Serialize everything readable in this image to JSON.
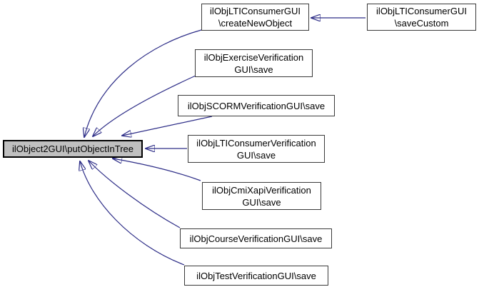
{
  "diagram": {
    "kind": "call-graph",
    "colors": {
      "background": "#ffffff",
      "edge": "#2d2d87",
      "arrowhead": "#191970",
      "node_fill": "#ffffff",
      "node_border": "#3a3a3a",
      "highlight_fill": "#c0c0c0",
      "highlight_border": "#000000",
      "text": "#000000"
    },
    "nodes": {
      "putObjectInTree": {
        "line1": "ilObject2GUI\\putObjectInTree",
        "highlighted": true
      },
      "createNewObject": {
        "line1": "ilObjLTIConsumerGUI",
        "line2": "\\createNewObject"
      },
      "saveCustom": {
        "line1": "ilObjLTIConsumerGUI",
        "line2": "\\saveCustom"
      },
      "exerciseSave": {
        "line1": "ilObjExerciseVerification",
        "line2": "GUI\\save"
      },
      "scormSave": {
        "line1": "ilObjSCORMVerificationGUI\\save"
      },
      "ltiVerificationSave": {
        "line1": "ilObjLTIConsumerVerification",
        "line2": "GUI\\save"
      },
      "cmiXapiSave": {
        "line1": "ilObjCmiXapiVerification",
        "line2": "GUI\\save"
      },
      "courseSave": {
        "line1": "ilObjCourseVerificationGUI\\save"
      },
      "testSave": {
        "line1": "ilObjTestVerificationGUI\\save"
      }
    },
    "edges": [
      {
        "from": "ilObjLTIConsumerGUI\\createNewObject",
        "to": "ilObject2GUI\\putObjectInTree"
      },
      {
        "from": "ilObjExerciseVerificationGUI\\save",
        "to": "ilObject2GUI\\putObjectInTree"
      },
      {
        "from": "ilObjSCORMVerificationGUI\\save",
        "to": "ilObject2GUI\\putObjectInTree"
      },
      {
        "from": "ilObjLTIConsumerVerificationGUI\\save",
        "to": "ilObject2GUI\\putObjectInTree"
      },
      {
        "from": "ilObjCmiXapiVerificationGUI\\save",
        "to": "ilObject2GUI\\putObjectInTree"
      },
      {
        "from": "ilObjCourseVerificationGUI\\save",
        "to": "ilObject2GUI\\putObjectInTree"
      },
      {
        "from": "ilObjTestVerificationGUI\\save",
        "to": "ilObject2GUI\\putObjectInTree"
      },
      {
        "from": "ilObjLTIConsumerGUI\\saveCustom",
        "to": "ilObjLTIConsumerGUI\\createNewObject"
      }
    ]
  }
}
